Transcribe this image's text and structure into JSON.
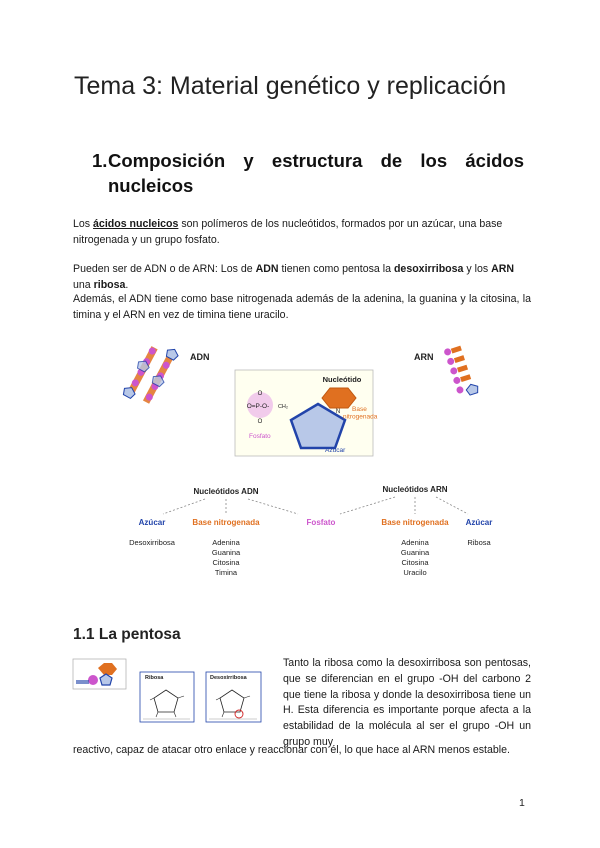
{
  "title": "Tema 3: Material genético y replicación",
  "section1": {
    "number": "1.",
    "title_words": [
      "Composición",
      "y",
      "estructura",
      "de",
      "los",
      "ácidos"
    ],
    "title_line2": "nucleicos"
  },
  "para1": {
    "t1": "Los ",
    "t2": "ácidos nucleicos",
    "t3": " son polímeros de los nucleótidos, formados por un azúcar, una base nitrogenada y un  grupo fosfato."
  },
  "para2": {
    "t1": "Pueden ser de ADN o de ARN: Los de ",
    "t2": "ADN",
    "t3": " tienen como pentosa la ",
    "t4": "desoxirribosa",
    "t5": " y los ",
    "t6": "ARN",
    "t7": " una ",
    "t8": "ribosa",
    "t9": "."
  },
  "para3": "Además, el ADN tiene como base nitrogenada además de la adenina, la guanina y la citosina, la timina y el ARN en vez de timina tiene uracilo.",
  "figure1": {
    "label_adn": "ADN",
    "label_arn": "ARN",
    "box_title": "Nucleótido",
    "phosphate_top": "O",
    "phosphate_mid": "O=P-O-",
    "phosphate_ch2": "CH₂",
    "phosphate_bottom": "O",
    "phosphate_label": "Fosfato",
    "base_label": "Base\nnitrogenada",
    "base_n": "N",
    "sugar_label": "Azúcar",
    "colors": {
      "blue": "#2244aa",
      "purple": "#cc55cc",
      "orange": "#e07020",
      "pentagon_fill": "#b8c8e8",
      "box_fill": "#fffff0"
    }
  },
  "figure2": {
    "adn_header": "Nucleótidos ADN",
    "arn_header": "Nucleótidos ARN",
    "azucar_left": "Azúcar",
    "base_left": "Base nitrogenada",
    "fosfato": "Fosfato",
    "base_right": "Base nitrogenada",
    "azucar_right": "Azúcar",
    "desoxirribosa": "Desoxirribosa",
    "bases_adn": [
      "Adenina",
      "Guanina",
      "Citosina",
      "Timina"
    ],
    "bases_arn": [
      "Adenina",
      "Guanina",
      "Citosina",
      "Uracilo"
    ],
    "ribosa": "Ribosa"
  },
  "section11": {
    "title": "1.1 La pentosa",
    "thumb_labels": [
      "Ribosa",
      "Desoxirribosa"
    ],
    "text_first": "Tanto  la ribosa como la desoxirribosa son pentosas, que se diferencian en el grupo -OH del carbono 2 que tiene la ribosa y donde la desoxirribosa tiene un H. Esta diferencia es importante porque afecta a la estabilidad de la molécula al ser el grupo -OH un grupo muy",
    "text_cont": "reactivo, capaz de atacar otro enlace y reaccionar con él, lo que hace al ARN menos estable."
  },
  "page_number": "1"
}
